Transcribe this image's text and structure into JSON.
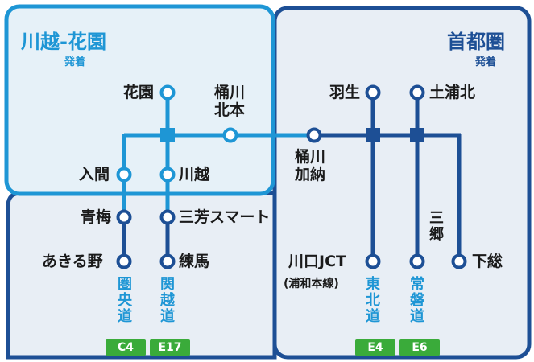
{
  "colors": {
    "left_region_fill": "#e6f1f8",
    "left_region_border": "#1e96d5",
    "right_region_fill": "#e8eef5",
    "right_region_border": "#1d4f95",
    "light_route": "#1e96d5",
    "dark_route": "#1d4f95",
    "badge_green": "#3aab3a",
    "title_light": "#1e96d5",
    "title_dark": "#1d4f95",
    "route_text_light": "#1e96d5",
    "route_text_dark": "#1d4f95"
  },
  "regions": {
    "kawagoe": {
      "title": "川越-花園",
      "subtitle": "発着"
    },
    "shutoken": {
      "title": "首都圏",
      "subtitle": "発着"
    }
  },
  "stations": {
    "hanazono": "花園",
    "okegawa_kitamoto": "桶川\n北本",
    "iruma": "入間",
    "kawagoe": "川越",
    "ome": "青梅",
    "miyoshi_smart": "三芳スマート",
    "akiruno": "あきる野",
    "nerima": "練馬",
    "okegawa_kano": "桶川\n加納",
    "hanyu": "羽生",
    "tsuchiura_kita": "土浦北",
    "kawaguchi_jct": "川口JCT",
    "kawaguchi_jct_sub": "(浦和本線)",
    "misato": "三\n郷",
    "shimofusa": "下総"
  },
  "routes": {
    "ken_o": {
      "name": "圏\n央\n道",
      "code": "C4"
    },
    "kan_etsu": {
      "name": "関\n越\n道",
      "code": "E17"
    },
    "tohoku": {
      "name": "東\n北\n道",
      "code": "E4"
    },
    "joban": {
      "name": "常\n磐\n道",
      "code": "E6"
    }
  }
}
